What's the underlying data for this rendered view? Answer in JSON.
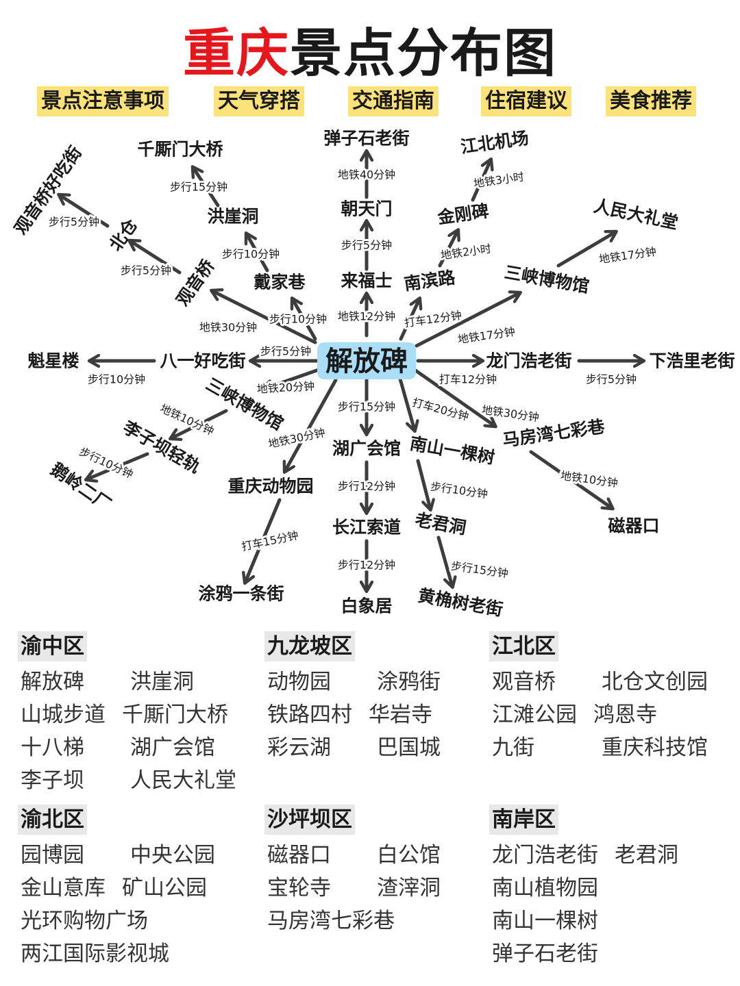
{
  "title": {
    "highlight": "重庆",
    "rest": "景点分布图",
    "highlight_color": "#e5161c"
  },
  "tags": [
    "景点注意事项",
    "天气穿搭",
    "交通指南",
    "住宿建议",
    "美食推荐"
  ],
  "tag_color": "#fce27a",
  "center": {
    "label": "解放碑",
    "color": "#a9def6"
  },
  "nodes": {
    "danzishi": "弹子石老街",
    "chaotianmen": "朝天门",
    "laifushi": "来福士",
    "jiangbeiairport": "江北机场",
    "jingangbei": "金刚碑",
    "nanbinlu": "南滨路",
    "renmindalitang": "人民大礼堂",
    "sanxia_r": "三峡博物馆",
    "longmenhao": "龙门浩老街",
    "xiahaoli": "下浩里老街",
    "mafangwan": "马房湾七彩巷",
    "ciqikou": "磁器口",
    "nanshan": "南山一棵树",
    "laojundong": "老君洞",
    "huangjueshu": "黄桷树老街",
    "huguang": "湖广会馆",
    "changjiang": "长江索道",
    "baixiangju": "白象居",
    "zoo": "重庆动物园",
    "tuya": "涂鸦一条街",
    "sanxia_l": "三峡博物馆",
    "liziba": "李子坝轻轨",
    "eling": "鹅岭二厂",
    "kuixinglou": "魁星楼",
    "bayi": "八一好吃街",
    "guanyinqiao": "观音桥",
    "beicang": "北仓",
    "gyq_food": "观音桥好吃街",
    "daijiaxiang": "戴家巷",
    "hongyadong": "洪崖洞",
    "qiansimen": "千厮门大桥"
  },
  "edges": [
    {
      "from": "center",
      "to": "laifushi",
      "label": "地铁12分钟"
    },
    {
      "from": "laifushi",
      "to": "chaotianmen",
      "label": "步行5分钟"
    },
    {
      "from": "chaotianmen",
      "to": "danzishi",
      "label": "地铁40分钟"
    },
    {
      "from": "center",
      "to": "nanbinlu",
      "label": "打车12分钟"
    },
    {
      "from": "nanbinlu",
      "to": "jingangbei",
      "label": "地铁2小时"
    },
    {
      "from": "jingangbei",
      "to": "jiangbeiairport",
      "label": "地铁3小时"
    },
    {
      "from": "center",
      "to": "sanxia_r",
      "label": "地铁17分钟"
    },
    {
      "from": "sanxia_r",
      "to": "renmindalitang",
      "label": "地铁17分钟"
    },
    {
      "from": "center",
      "to": "longmenhao",
      "label": "打车12分钟"
    },
    {
      "from": "longmenhao",
      "to": "xiahaoli",
      "label": "步行5分钟"
    },
    {
      "from": "center",
      "to": "mafangwan",
      "label": "地铁30分钟"
    },
    {
      "from": "mafangwan",
      "to": "ciqikou",
      "label": "地铁10分钟"
    },
    {
      "from": "center",
      "to": "nanshan",
      "label": "打车20分钟"
    },
    {
      "from": "nanshan",
      "to": "laojundong",
      "label": "步行10分钟"
    },
    {
      "from": "laojundong",
      "to": "huangjueshu",
      "label": "步行15分钟"
    },
    {
      "from": "center",
      "to": "huguang",
      "label": "步行15分钟"
    },
    {
      "from": "huguang",
      "to": "changjiang",
      "label": "步行12分钟"
    },
    {
      "from": "changjiang",
      "to": "baixiangju",
      "label": "步行12分钟"
    },
    {
      "from": "center",
      "to": "zoo",
      "label": "地铁30分钟"
    },
    {
      "from": "zoo",
      "to": "tuya",
      "label": "打车15分钟"
    },
    {
      "from": "center",
      "to": "sanxia_l",
      "label": "地铁20分钟"
    },
    {
      "from": "sanxia_l",
      "to": "liziba",
      "label": "地铁10分钟"
    },
    {
      "from": "liziba",
      "to": "eling",
      "label": "步行10分钟"
    },
    {
      "from": "center",
      "to": "bayi",
      "label": "步行5分钟"
    },
    {
      "from": "bayi",
      "to": "kuixinglou",
      "label": "步行10分钟"
    },
    {
      "from": "center",
      "to": "guanyinqiao",
      "label": "地铁30分钟"
    },
    {
      "from": "guanyinqiao",
      "to": "beicang",
      "label": "步行5分钟"
    },
    {
      "from": "beicang",
      "to": "gyq_food",
      "label": "步行5分钟"
    },
    {
      "from": "center",
      "to": "daijiaxiang",
      "label": "步行10分钟"
    },
    {
      "from": "daijiaxiang",
      "to": "hongyadong",
      "label": "步行10分钟"
    },
    {
      "from": "hongyadong",
      "to": "qiansimen",
      "label": "步行15分钟"
    }
  ],
  "districts": [
    {
      "name": "渝中区",
      "rows": [
        [
          "解放碑",
          "洪崖洞"
        ],
        [
          "山城步道",
          "千厮门大桥"
        ],
        [
          "十八梯",
          "湖广会馆"
        ],
        [
          "李子坝",
          "人民大礼堂"
        ]
      ]
    },
    {
      "name": "九龙坡区",
      "rows": [
        [
          "动物园",
          "涂鸦街"
        ],
        [
          "铁路四村",
          "华岩寺"
        ],
        [
          "彩云湖",
          "巴国城"
        ]
      ]
    },
    {
      "name": "江北区",
      "rows": [
        [
          "观音桥",
          "北仓文创园"
        ],
        [
          "江滩公园",
          "鸿恩寺"
        ],
        [
          "九街",
          "重庆科技馆"
        ]
      ]
    },
    {
      "name": "渝北区",
      "rows": [
        [
          "园博园",
          "中央公园"
        ],
        [
          "金山意库",
          "矿山公园"
        ],
        [
          "光环购物广场"
        ],
        [
          "两江国际影视城"
        ]
      ]
    },
    {
      "name": "沙坪坝区",
      "rows": [
        [
          "磁器口",
          "白公馆"
        ],
        [
          "宝轮寺",
          "渣滓洞"
        ],
        [
          "马房湾七彩巷"
        ]
      ]
    },
    {
      "name": "南岸区",
      "rows": [
        [
          "龙门浩老街",
          "老君洞"
        ],
        [
          "南山植物园"
        ],
        [
          "南山一棵树"
        ],
        [
          "弹子石老街"
        ]
      ]
    }
  ]
}
